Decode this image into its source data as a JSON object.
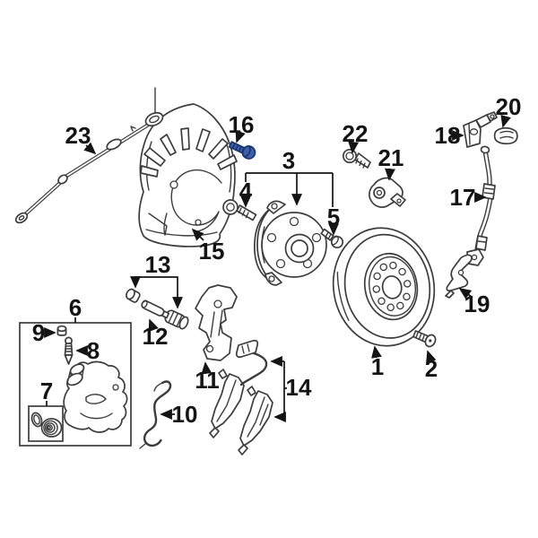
{
  "colors": {
    "background": "#ffffff",
    "line": "#3d3d3d",
    "label": "#141414",
    "highlight_fill": "#3b5fa8",
    "highlight_stroke": "#1a356e"
  },
  "callouts": {
    "c1": {
      "label": "1"
    },
    "c2": {
      "label": "2"
    },
    "c3": {
      "label": "3"
    },
    "c4": {
      "label": "4"
    },
    "c5": {
      "label": "5"
    },
    "c6": {
      "label": "6"
    },
    "c7": {
      "label": "7"
    },
    "c8": {
      "label": "8"
    },
    "c9": {
      "label": "9"
    },
    "c10": {
      "label": "10"
    },
    "c11": {
      "label": "11"
    },
    "c12": {
      "label": "12"
    },
    "c13": {
      "label": "13"
    },
    "c14": {
      "label": "14"
    },
    "c15": {
      "label": "15"
    },
    "c16": {
      "label": "16"
    },
    "c17": {
      "label": "17"
    },
    "c18": {
      "label": "18"
    },
    "c19": {
      "label": "19"
    },
    "c20": {
      "label": "20"
    },
    "c21": {
      "label": "21"
    },
    "c22": {
      "label": "22"
    },
    "c23": {
      "label": "23"
    }
  }
}
